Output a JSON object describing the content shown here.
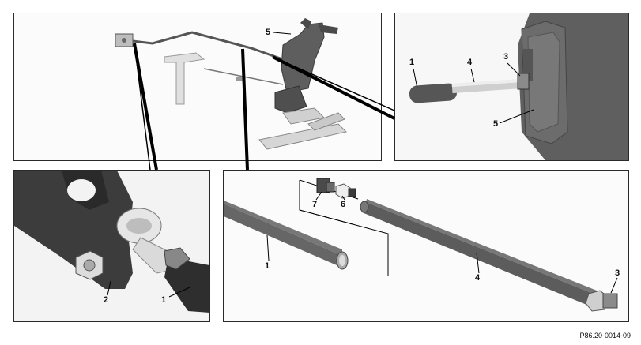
{
  "figure_id": "P86.20-0014-09",
  "panels": {
    "overview": {
      "callouts": [
        "5"
      ]
    },
    "seat_detail": {
      "callouts": [
        "1",
        "4",
        "3",
        "5"
      ]
    },
    "lever_detail": {
      "callouts": [
        "2",
        "1"
      ]
    },
    "parts_detail": {
      "callouts": [
        "7",
        "6",
        "1",
        "4",
        "3"
      ]
    }
  }
}
